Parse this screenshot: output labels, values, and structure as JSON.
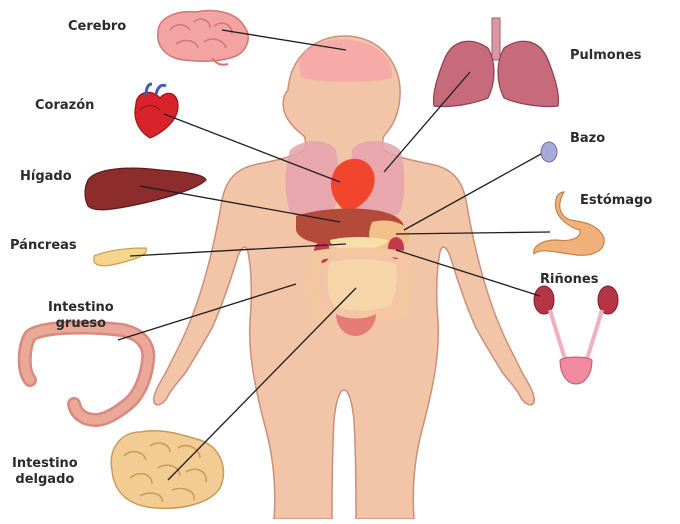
{
  "labels": {
    "cerebro": "Cerebro",
    "pulmones": "Pulmones",
    "corazon": "Corazón",
    "bazo": "Bazo",
    "higado": "Hígado",
    "estomago": "Estómago",
    "pancreas": "Páncreas",
    "rinones": "Riñones",
    "intestino_grueso": "Intestino\ngrueso",
    "intestino_delgado": "Intestino\ndelgado"
  },
  "colors": {
    "skin": "#f2c4a8",
    "skin_outline": "#c9907a",
    "lungs": "#c76b7c",
    "heart": "#d8232a",
    "liver": "#8c2c2c",
    "stomach": "#f0b27a",
    "intestine": "#e8a48e",
    "kidney": "#b53547",
    "line": "#1e1e1e"
  }
}
